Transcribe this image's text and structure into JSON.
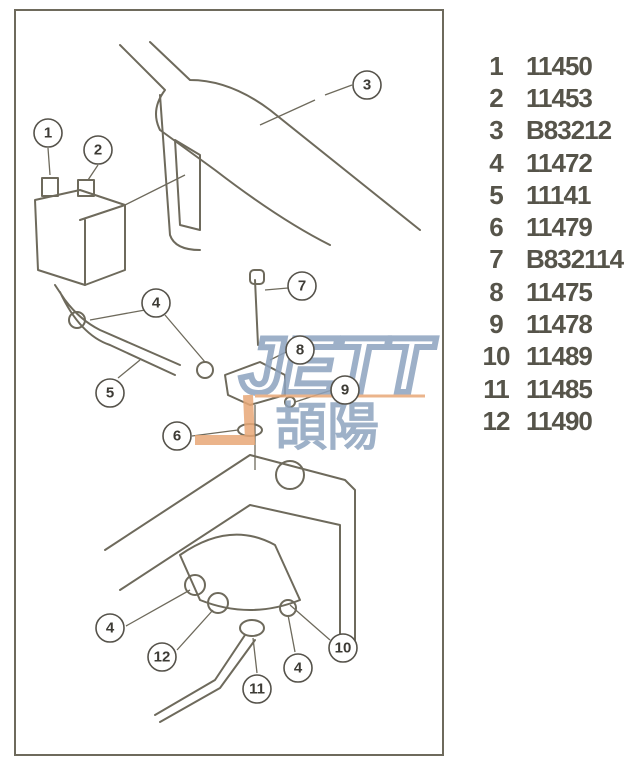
{
  "diagram": {
    "callouts": [
      "1",
      "2",
      "3",
      "4",
      "5",
      "6",
      "7",
      "8",
      "9",
      "4",
      "12",
      "11",
      "4",
      "10"
    ]
  },
  "parts_list": [
    {
      "num": "1",
      "code": "11450"
    },
    {
      "num": "2",
      "code": "11453"
    },
    {
      "num": "3",
      "code": "B83212"
    },
    {
      "num": "4",
      "code": "11472"
    },
    {
      "num": "5",
      "code": "11141"
    },
    {
      "num": "6",
      "code": "11479"
    },
    {
      "num": "7",
      "code": "B832114"
    },
    {
      "num": "8",
      "code": "11475"
    },
    {
      "num": "9",
      "code": "11478"
    },
    {
      "num": "10",
      "code": "11489"
    },
    {
      "num": "11",
      "code": "11485"
    },
    {
      "num": "12",
      "code": "11490"
    }
  ],
  "watermark": {
    "latin": "JETT",
    "cjk": "頡陽",
    "accent": "#e8a877",
    "color": "#8ea4bf"
  }
}
